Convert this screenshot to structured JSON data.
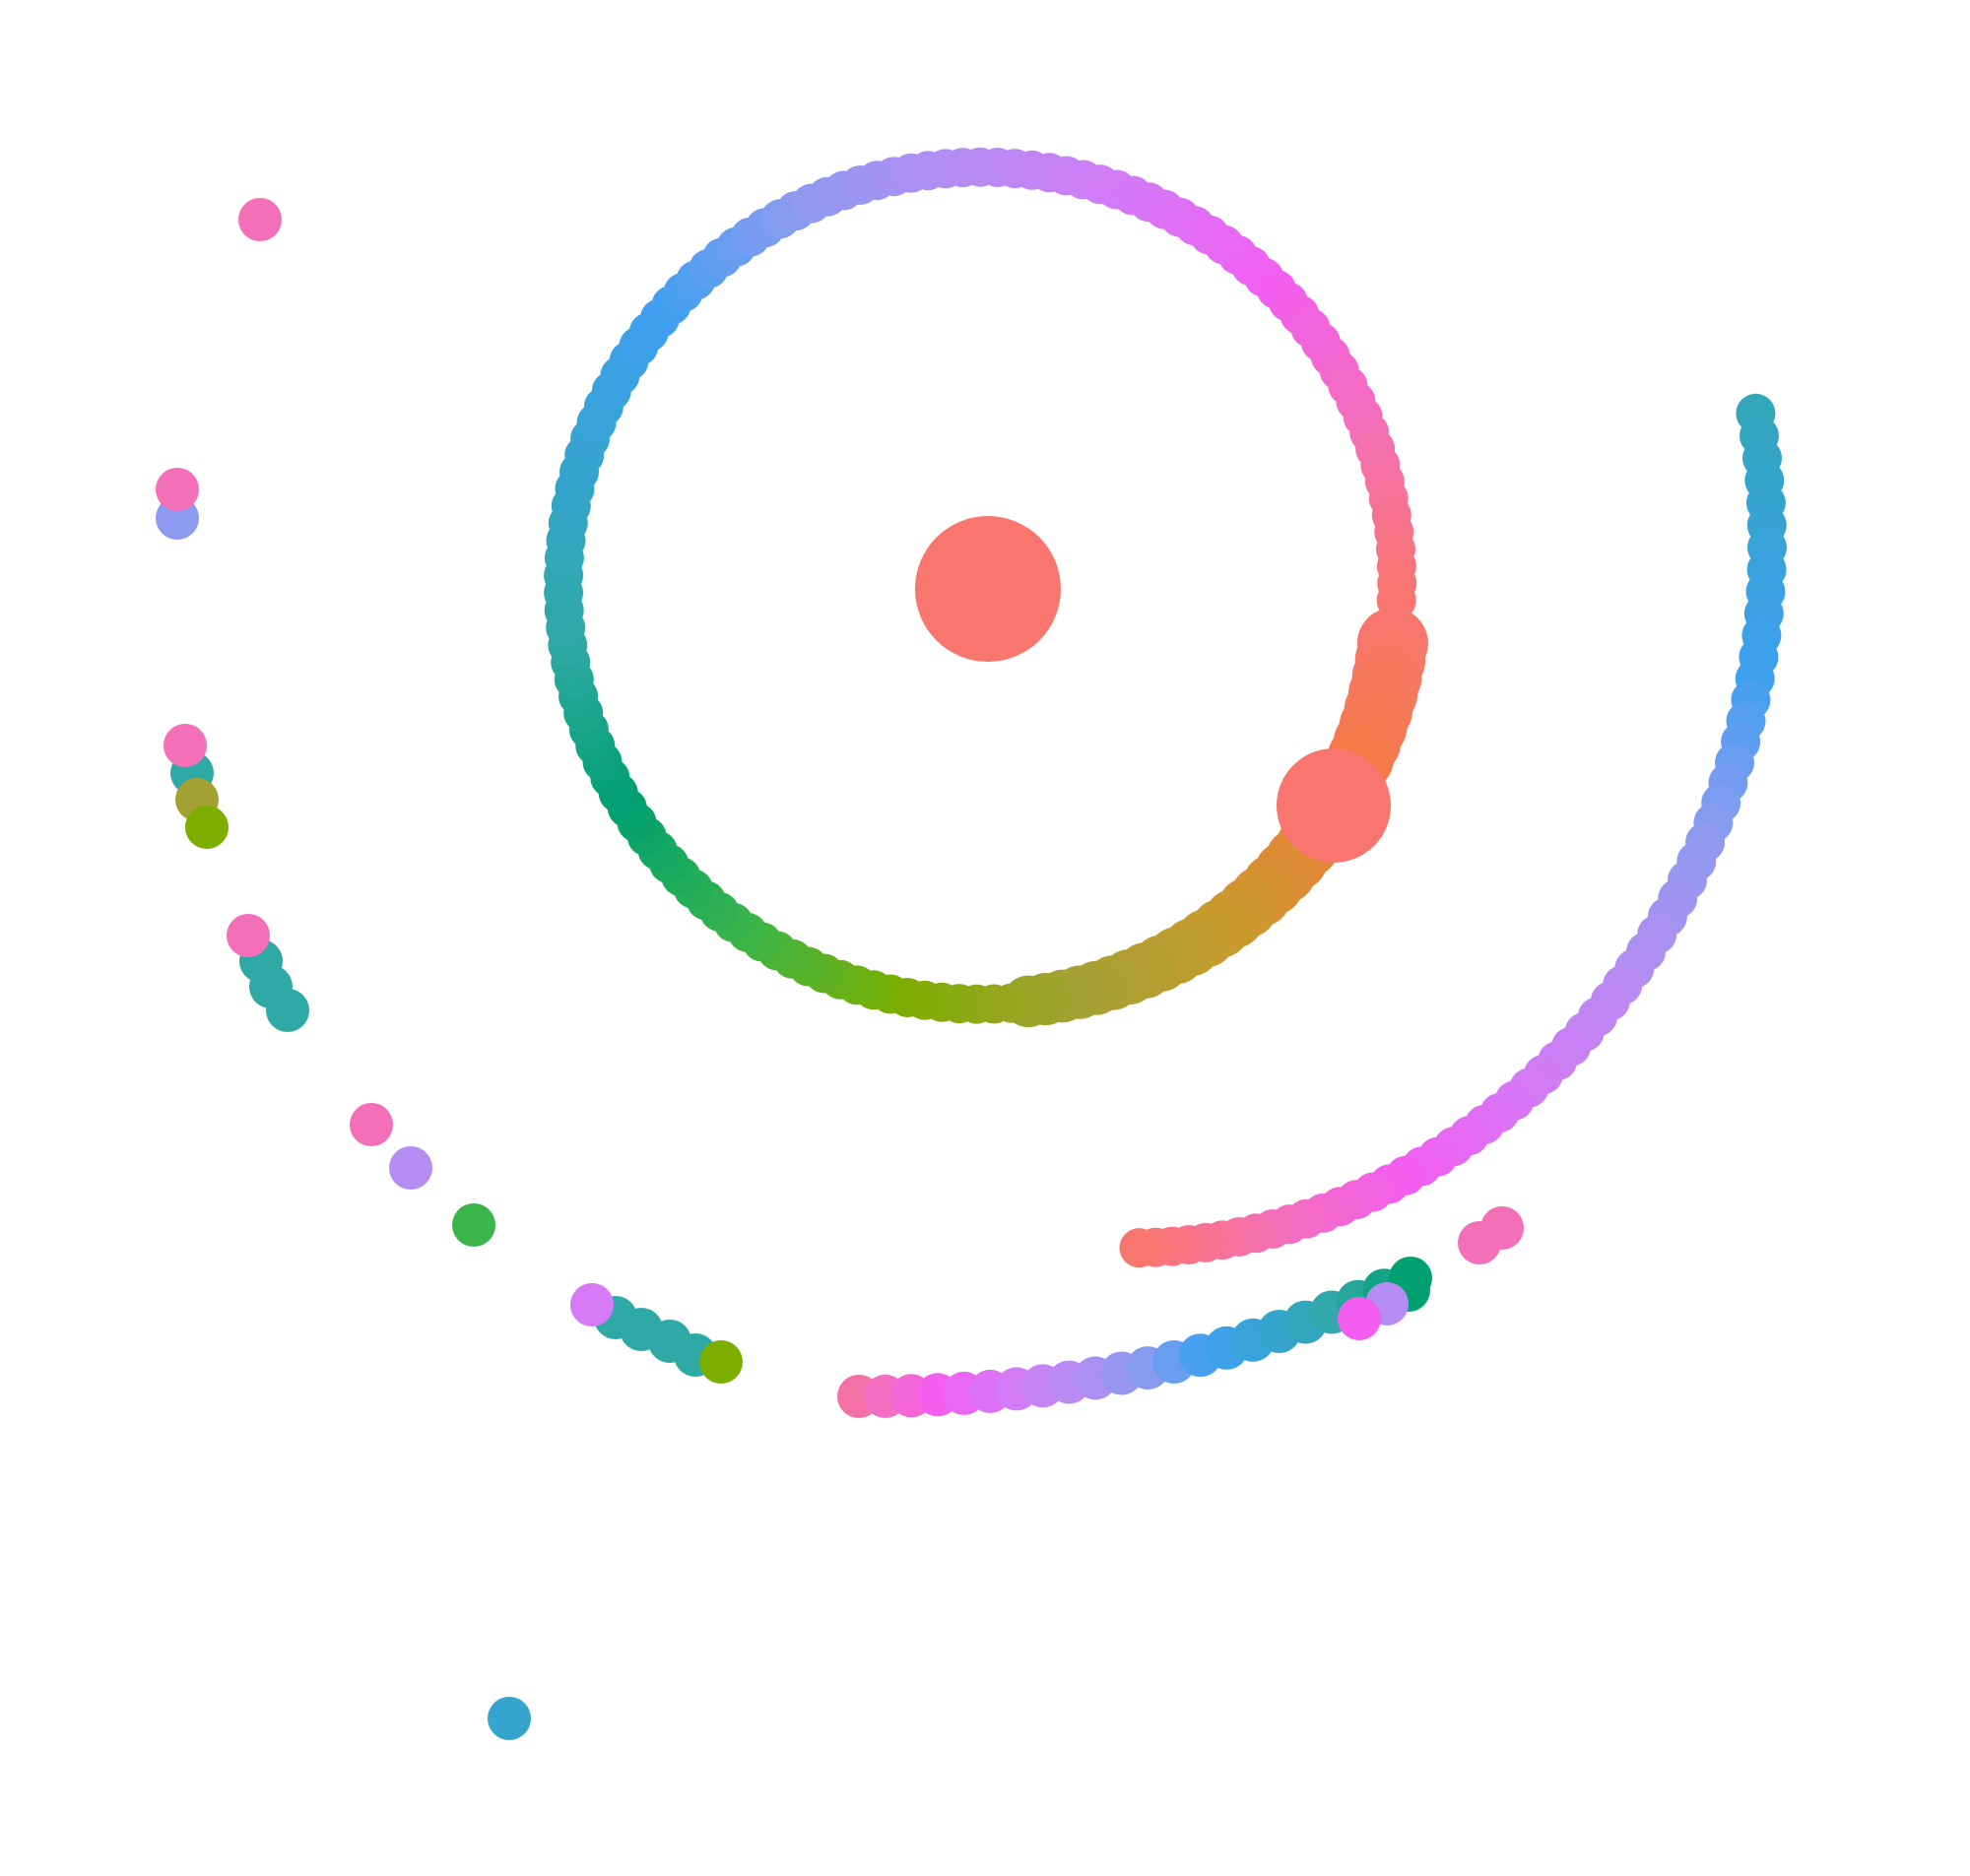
{
  "artwork": {
    "kind": "abstract-dot-spiral",
    "background": "#ffffff",
    "dot_colors": {
      "coral": "#f8766d",
      "orange": "#f37b3d",
      "gold": "#c99a2e",
      "olive": "#a3a132",
      "yellow_green": "#7cae00",
      "green": "#39b54a",
      "teal_green": "#00a070",
      "teal": "#2fa9a5",
      "cyan_blue": "#35a4cf",
      "sky_blue": "#3ea0f0",
      "periwinkle": "#8c9bf0",
      "lavender": "#b58cf2",
      "violet": "#d579f5",
      "magenta": "#f25ef0",
      "pink": "#f36fb8"
    },
    "groups": [
      {
        "name": "center-dot",
        "count": 1
      },
      {
        "name": "inner-spiral-arc",
        "count": 150
      },
      {
        "name": "outer-right-arc",
        "count": 60
      },
      {
        "name": "bottom-arc",
        "count": 22
      },
      {
        "name": "left-scattered-dots",
        "count": 28
      }
    ]
  }
}
